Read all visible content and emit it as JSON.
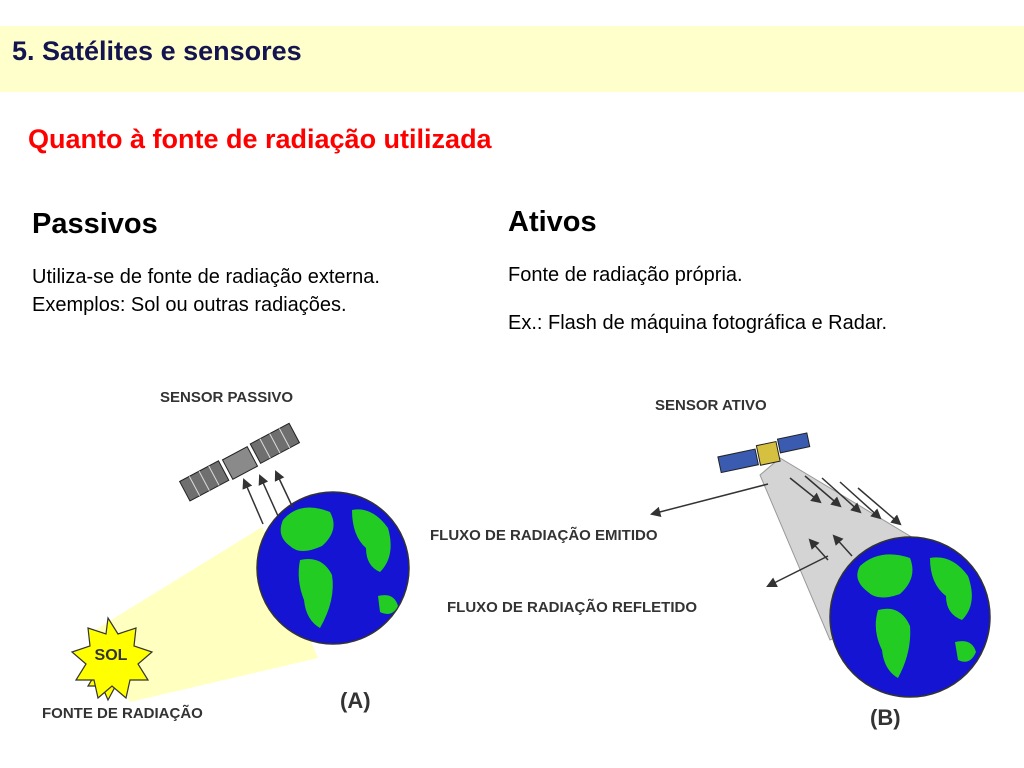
{
  "title": "5. Satélites e sensores",
  "subtitle": "Quanto à fonte de radiação utilizada",
  "passive": {
    "heading": "Passivos",
    "line1": "Utiliza-se de fonte de radiação externa.",
    "line2": "Exemplos: Sol ou outras radiações."
  },
  "active": {
    "heading": "Ativos",
    "line1": "Fonte de radiação própria.",
    "line2": "Ex.: Flash de máquina fotográfica e Radar."
  },
  "diagram": {
    "sensor_passive_label": "SENSOR PASSIVO",
    "sensor_active_label": "SENSOR ATIVO",
    "sun_label": "SOL",
    "source_label": "FONTE DE RADIAÇÃO",
    "panel_a_label": "(A)",
    "emitted_label": "FLUXO DE RADIAÇÃO EMITIDO",
    "reflected_label": "FLUXO DE RADIAÇÃO REFLETIDO",
    "panel_b_label": "(B)",
    "colors": {
      "ocean": "#1414d2",
      "land": "#22cc22",
      "sun": "#ffff00",
      "sun_beam": "#ffffc0",
      "active_beam": "#d4d4d4",
      "solar_panel": "#3a5bb0"
    }
  }
}
